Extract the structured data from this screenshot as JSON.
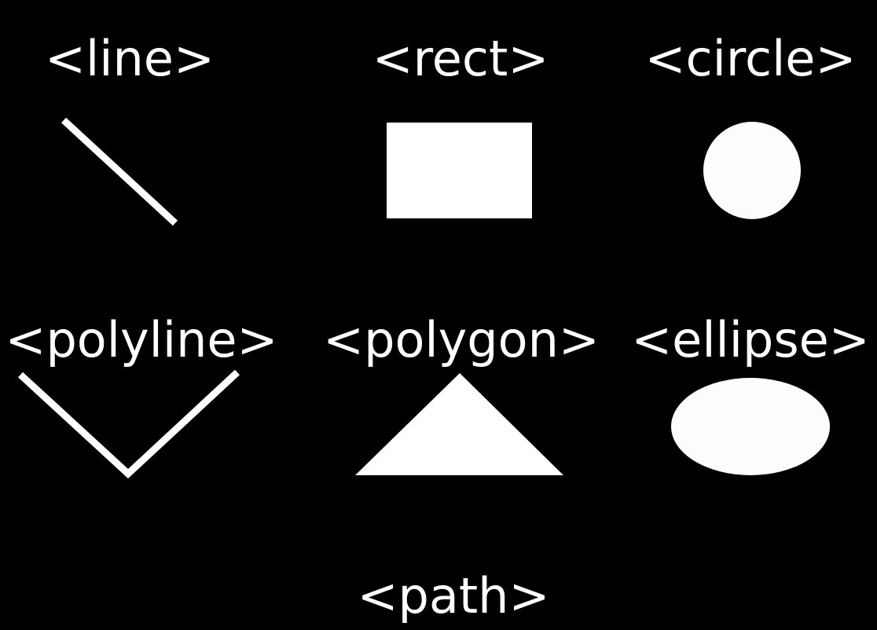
{
  "labels": {
    "line": "<line>",
    "rect": "<rect>",
    "circle": "<circle>",
    "polyline": "<polyline>",
    "polygon": "<polygon>",
    "ellipse": "<ellipse>",
    "path": "<path>"
  },
  "colors": {
    "background": "#000000",
    "foreground": "#ffffff",
    "shape_fill": "#fefdfb"
  }
}
